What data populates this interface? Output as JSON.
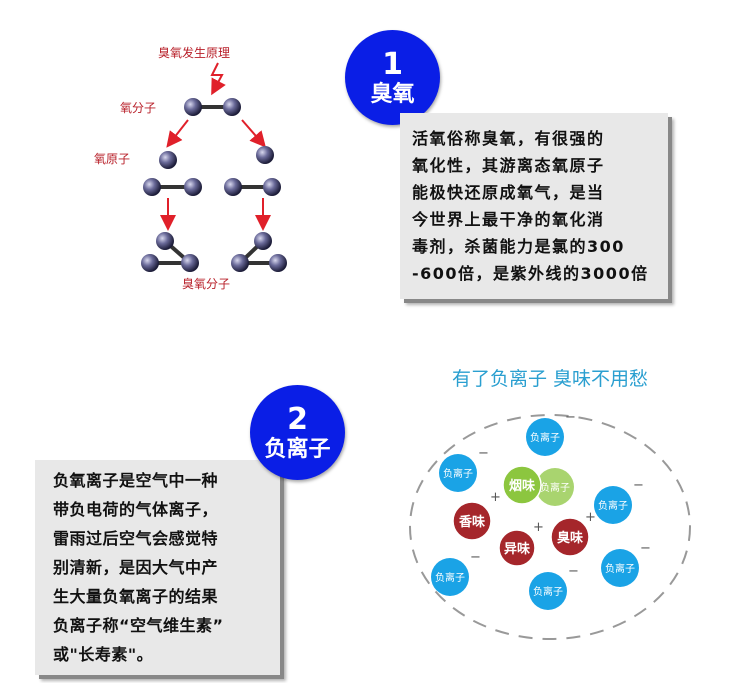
{
  "ozone": {
    "badge_number": "1",
    "badge_label": "臭氧",
    "diagram": {
      "title": "臭氧发生原理",
      "label_oxygen_molecule": "氧分子",
      "label_oxygen_atom": "氧原子",
      "label_ozone_molecule": "臭氧分子"
    },
    "description_lines": [
      "活氧俗称臭氧，有很强的",
      "氧化性，其游离态氧原子",
      "能极快还原成氧气，是当",
      "今世界上最干净的氧化消",
      "毒剂，杀菌能力是氯的300",
      "-600倍，是紫外线的3000倍"
    ]
  },
  "negative_ion": {
    "badge_number": "2",
    "badge_label": "负离子",
    "description_lines": [
      "负氧离子是空气中一种",
      "带负电荷的气体离子，",
      "雷雨过后空气会感觉特",
      "别清新，是因大气中产",
      "生大量负氧离子的结果",
      "负离子称“空气维生素”",
      "或\"长寿素\"。"
    ],
    "illustration": {
      "title": "有了负离子 臭味不用愁",
      "ion_label": "负离子",
      "smoke_label": "烟味",
      "fragrance_label": "香味",
      "odd_label": "异味",
      "stink_label": "臭味",
      "plus_sign": "+",
      "minus_sign": "−",
      "colors": {
        "ion": "#1aa3e6",
        "smoke": "#8cc63f",
        "odor": "#a5262b",
        "title": "#2a9fd0"
      }
    }
  }
}
